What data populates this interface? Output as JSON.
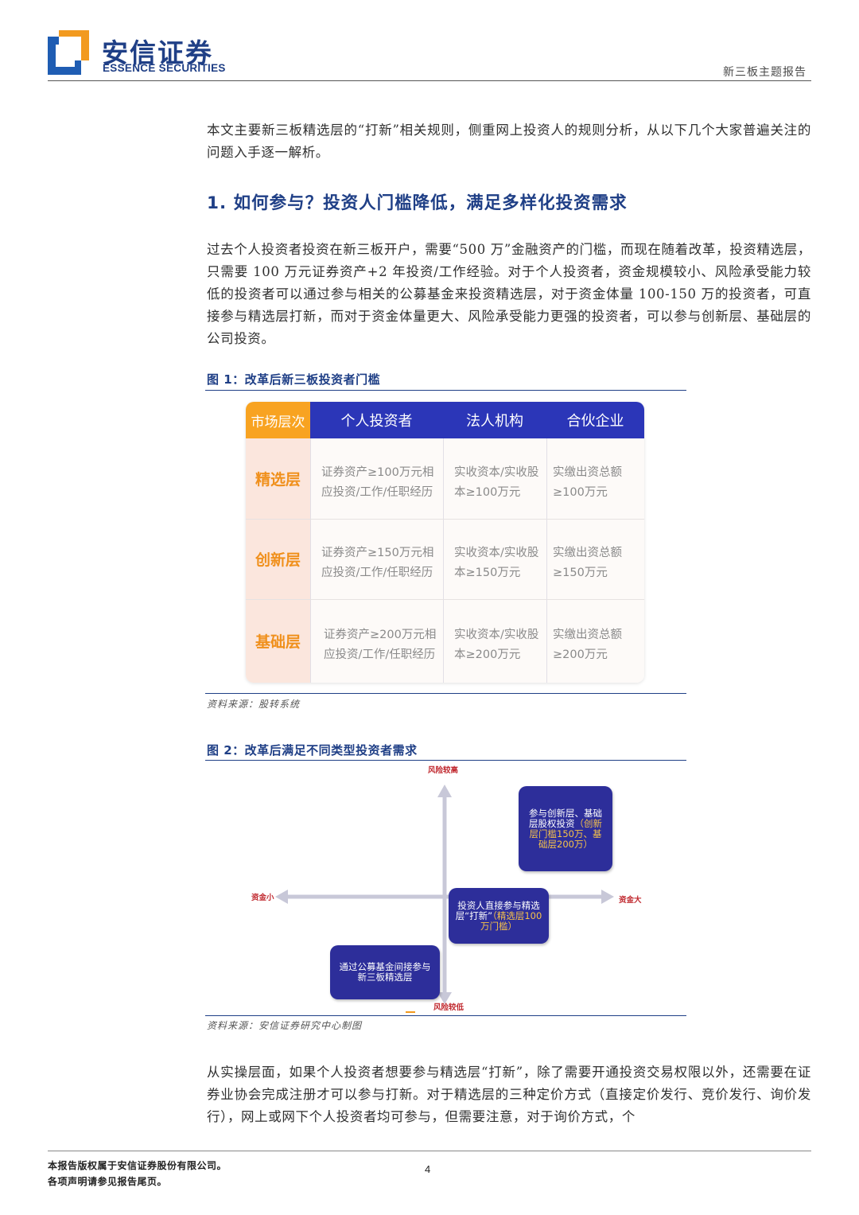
{
  "header": {
    "company_cn": "安信证券",
    "company_en": "ESSENCE SECURITIES",
    "report_type": "新三板主题报告",
    "logo_colors": {
      "blue": "#1f5db3",
      "orange": "#f29a1f"
    }
  },
  "intro": "本文主要新三板精选层的“打新”相关规则，侧重网上投资人的规则分析，从以下几个大家普遍关注的问题入手逐一解析。",
  "section1": {
    "heading": "1. 如何参与？投资人门槛降低，满足多样化投资需求",
    "para": "过去个人投资者投资在新三板开户，需要“500 万”金融资产的门槛，而现在随着改革，投资精选层，只需要 100 万元证券资产+2 年投资/工作经验。对于个人投资者，资金规模较小、风险承受能力较低的投资者可以通过参与相关的公募基金来投资精选层，对于资金体量 100-150 万的投资者，可直接参与精选层打新，而对于资金体量更大、风险承受能力更强的投资者，可以参与创新层、基础层的公司投资。"
  },
  "figure1": {
    "title": "图 1：改革后新三板投资者门槛",
    "source": "资料来源：股转系统",
    "headers": [
      "市场层次",
      "个人投资者",
      "法人机构",
      "合伙企业"
    ],
    "rows": [
      {
        "tier": "精选层",
        "individual": "证券资产≥100万元相应投资/工作/任职经历",
        "corporate": "实收资本/实收股本≥100万元",
        "partnership": "实缴出资总额≥100万元"
      },
      {
        "tier": "创新层",
        "individual": "证券资产≥150万元相应投资/工作/任职经历",
        "corporate": "实收资本/实收股本≥150万元",
        "partnership": "实缴出资总额≥150万元"
      },
      {
        "tier": "基础层",
        "individual": "证券资产≥200万元相应投资/工作/任职经历",
        "corporate": "实收资本/实收股本≥200万元",
        "partnership": "实缴出资总额≥200万元"
      }
    ]
  },
  "figure2": {
    "title": "图 2：改革后满足不同类型投资者需求",
    "source": "资料来源：安信证券研究中心制图",
    "axis_top": "风险较高",
    "axis_bottom": "风险较低",
    "axis_left": "资金小",
    "axis_right": "资金大",
    "box_top_right": {
      "text": "参与创新层、基础层股权投资",
      "highlight": "（创新层门槛150万、基础层200万）"
    },
    "box_center": {
      "text": "投资人直接参与精选层“打新”",
      "highlight": "（精选层100万门槛）"
    },
    "box_bottom_left": {
      "text": "通过公募基金间接参与新三板精选层"
    }
  },
  "closing_para": "从实操层面，如果个人投资者想要参与精选层“打新”，除了需要开通投资交易权限以外，还需要在证券业协会完成注册才可以参与打新。对于精选层的三种定价方式（直接定价发行、竞价发行、询价发行），网上或网下个人投资者均可参与，但需要注意，对于询价方式，个",
  "footer": {
    "line1": "本报告版权属于安信证券股份有限公司。",
    "line2": "各项声明请参见报告尾页。",
    "page": "4"
  }
}
